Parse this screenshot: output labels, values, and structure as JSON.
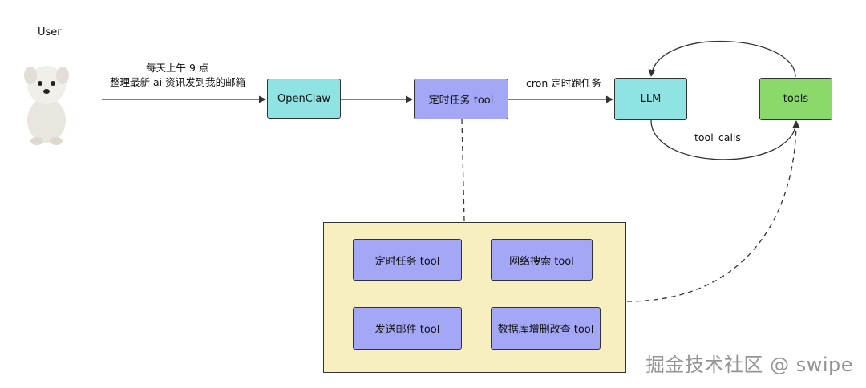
{
  "user": {
    "label": "User",
    "avatar_icon": "dog-icon"
  },
  "request": {
    "line1": "每天上午 9 点",
    "line2": "整理最新 ai 资讯发到我的邮箱"
  },
  "nodes": {
    "openclaw": "OpenClaw",
    "cron_tool": "定时任务 tool",
    "llm": "LLM",
    "tools": "tools"
  },
  "edges": {
    "cron_label": "cron 定时跑任务",
    "tool_calls_label": "tool_calls"
  },
  "toolbox": {
    "items": [
      "定时任务 tool",
      "网络搜索 tool",
      "发送邮件 tool",
      "数据库增删改查 tool"
    ]
  },
  "watermark": "掘金技术社区 @ swipe",
  "colors": {
    "cyan": "#8fe3e3",
    "purple": "#a3a7f5",
    "green": "#8bd96a",
    "panel": "#f7efbf"
  }
}
